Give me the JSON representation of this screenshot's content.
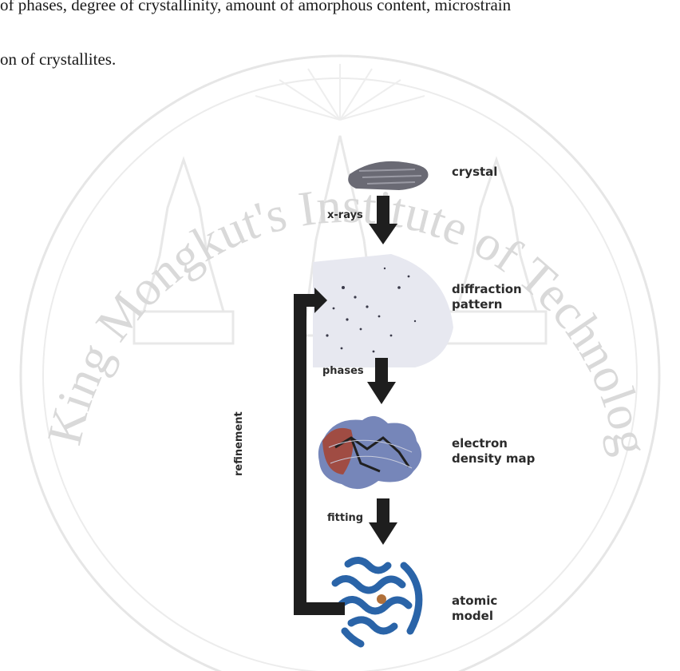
{
  "page": {
    "line1": "of phases, degree of crystallinity, amount of amorphous content, microstrain",
    "line2": "on of crystallites."
  },
  "figure": {
    "stages": {
      "crystal": "crystal",
      "diffraction_1": "diffraction",
      "diffraction_2": "pattern",
      "density_1": "electron",
      "density_2": "density map",
      "model_1": "atomic",
      "model_2": "model"
    },
    "arrows": {
      "xrays": "x-rays",
      "phases": "phases",
      "fitting": "fitting",
      "refinement": "refinement"
    }
  },
  "watermark": {
    "institution": "King Mongkut's Institute of Technology Ladkrabang"
  },
  "colors": {
    "arrow": "#1e1e1e",
    "watermark": "#d9d9d9",
    "density_blue": "#4a5fa8",
    "density_red": "#a03a2a",
    "model_blue": "#2a64a8"
  }
}
